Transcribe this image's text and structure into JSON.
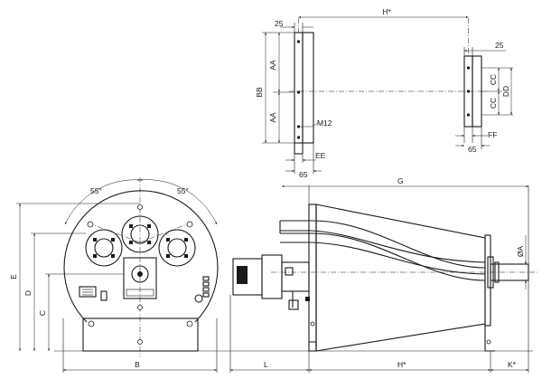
{
  "drawing": {
    "dimensions": {
      "h_star": "H*",
      "h_star_bottom": "H*",
      "dim_25_left": "25",
      "dim_25_right": "25",
      "aa": "AA",
      "bb": "BB",
      "cc": "CC",
      "dd": "DD",
      "m12": "M12",
      "ee": "EE",
      "ff": "FF",
      "dim_65_left": "65",
      "dim_65_right": "65",
      "g": "G",
      "angle_55_left": "55°",
      "angle_55_right": "55°",
      "e": "E",
      "d": "D",
      "c": "C",
      "b": "B",
      "l": "L",
      "k_star": "K*",
      "phi_a": "ØA"
    }
  }
}
